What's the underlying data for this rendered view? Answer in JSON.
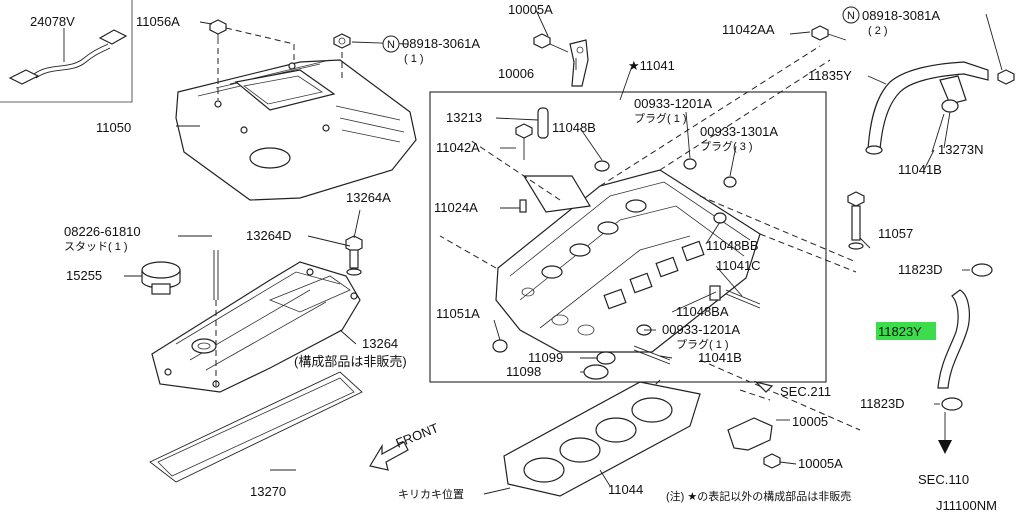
{
  "diagram_code": "J11100NM",
  "labels": {
    "p24078V": "24078V",
    "p11056A": "11056A",
    "p10005A_top": "10005A",
    "n08918_3061A": "08918-3061A",
    "n08918_3061A_qty": "( 1 )",
    "n_symbol": "N",
    "p11042AA": "11042AA",
    "n08918_3081A": "08918-3081A",
    "n08918_3081A_qty": "( 2 )",
    "p10006": "10006",
    "p11041": "★11041",
    "p00933_1201A_top": "00933-1201A",
    "plug1_top": "プラグ( 1 )",
    "p11835Y": "11835Y",
    "p11050": "11050",
    "p13213": "13213",
    "p11048B": "11048B",
    "p00933_1301A": "00933-1301A",
    "plug3": "プラグ( 3 )",
    "p13273N": "13273N",
    "p11042A": "11042A",
    "p11041B_right": "11041B",
    "p13264A": "13264A",
    "p08226_61810": "08226-61810",
    "stud1": "スタッド( 1 )",
    "p13264D": "13264D",
    "p11024A": "11024A",
    "p11057": "11057",
    "p11048BB": "11048BB",
    "p15255": "15255",
    "p11041C": "11041C",
    "p11823D_top": "11823D",
    "p11048BA": "11048BA",
    "p11823Y": "11823Y",
    "p11051A": "11051A",
    "p13264": "13264",
    "not_sold": "(構成部品は非販売)",
    "p00933_1201A_bot": "00933-1201A",
    "plug1_bot": "プラグ( 1 )",
    "p11099": "11099",
    "p11041B_bot": "11041B",
    "p11098": "11098",
    "sec211": "SEC.211",
    "p11823D_bot": "11823D",
    "p10005": "10005",
    "front": "FRONT",
    "p13270": "13270",
    "p10005A_bot": "10005A",
    "sec110": "SEC.110",
    "p11044": "11044",
    "kirikaki": "キリカキ位置",
    "note": "(注) ★の表記以外の構成部品は非販売"
  }
}
